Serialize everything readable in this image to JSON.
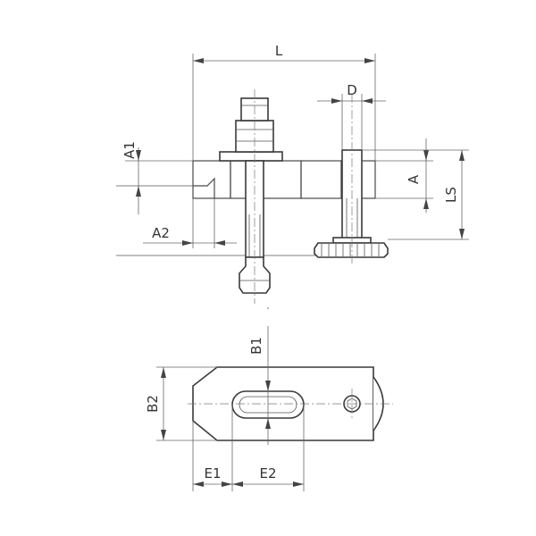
{
  "labels": {
    "L": "L",
    "D": "D",
    "A1": "A1",
    "A": "A",
    "LS": "LS",
    "A2": "A2",
    "B1": "B1",
    "B2": "B2",
    "E1": "E1",
    "E2": "E2"
  },
  "colors": {
    "line": "#4a4a4a",
    "hatch": "#888888",
    "background": "#ffffff"
  }
}
